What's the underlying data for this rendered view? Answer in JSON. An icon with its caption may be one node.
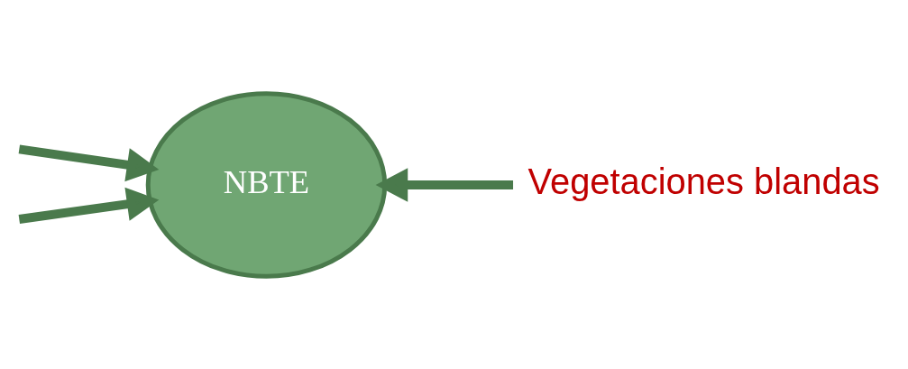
{
  "diagram": {
    "nodes": [
      {
        "text": [
          "NBTE"
        ]
      },
      {
        "text": [
          "Vegetaciones blandas"
        ]
      }
    ],
    "edges": [
      {
        "from": null,
        "to": 0,
        "arrow": "to"
      },
      {
        "from": null,
        "to": 0,
        "arrow": "to"
      },
      {
        "from": 1,
        "to": 0,
        "arrow": "to"
      }
    ]
  }
}
